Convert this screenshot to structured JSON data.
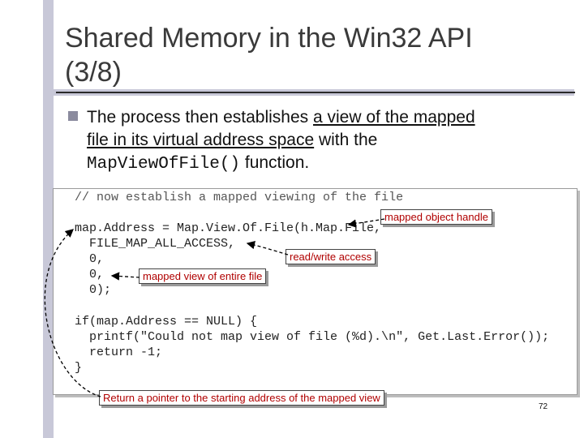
{
  "slide": {
    "title_line1": "Shared Memory in the Win32 API",
    "title_line2": "(3/8)",
    "bullet": {
      "line1_pre": "The process then establishes ",
      "line1_link": "a view of the mapped",
      "line2_link": "file in its virtual address space",
      "line2_post": " with the",
      "func": "MapViewOfFile()",
      "line3_post": " function."
    },
    "code": {
      "comment": "// now establish a mapped viewing of the file",
      "lines": [
        "map.Address = Map.View.Of.File(h.Map.File,",
        "  FILE_MAP_ALL_ACCESS,",
        "  0,",
        "  0,",
        "  0);",
        "",
        "if(map.Address == NULL) {",
        "  printf(\"Could not map view of file (%d).\\n\", Get.Last.Error());",
        "  return -1;",
        "}"
      ]
    },
    "callouts": {
      "mapped_handle": "mapped object handle",
      "read_write": "read/write access",
      "entire_file": "mapped view of entire file",
      "return_pointer": "Return a pointer to the starting address of the mapped view"
    },
    "page_number": "72",
    "colors": {
      "accent_bar": "#c8c8d8",
      "bullet": "#8b8b9e",
      "callout_red": "#b00000"
    }
  }
}
